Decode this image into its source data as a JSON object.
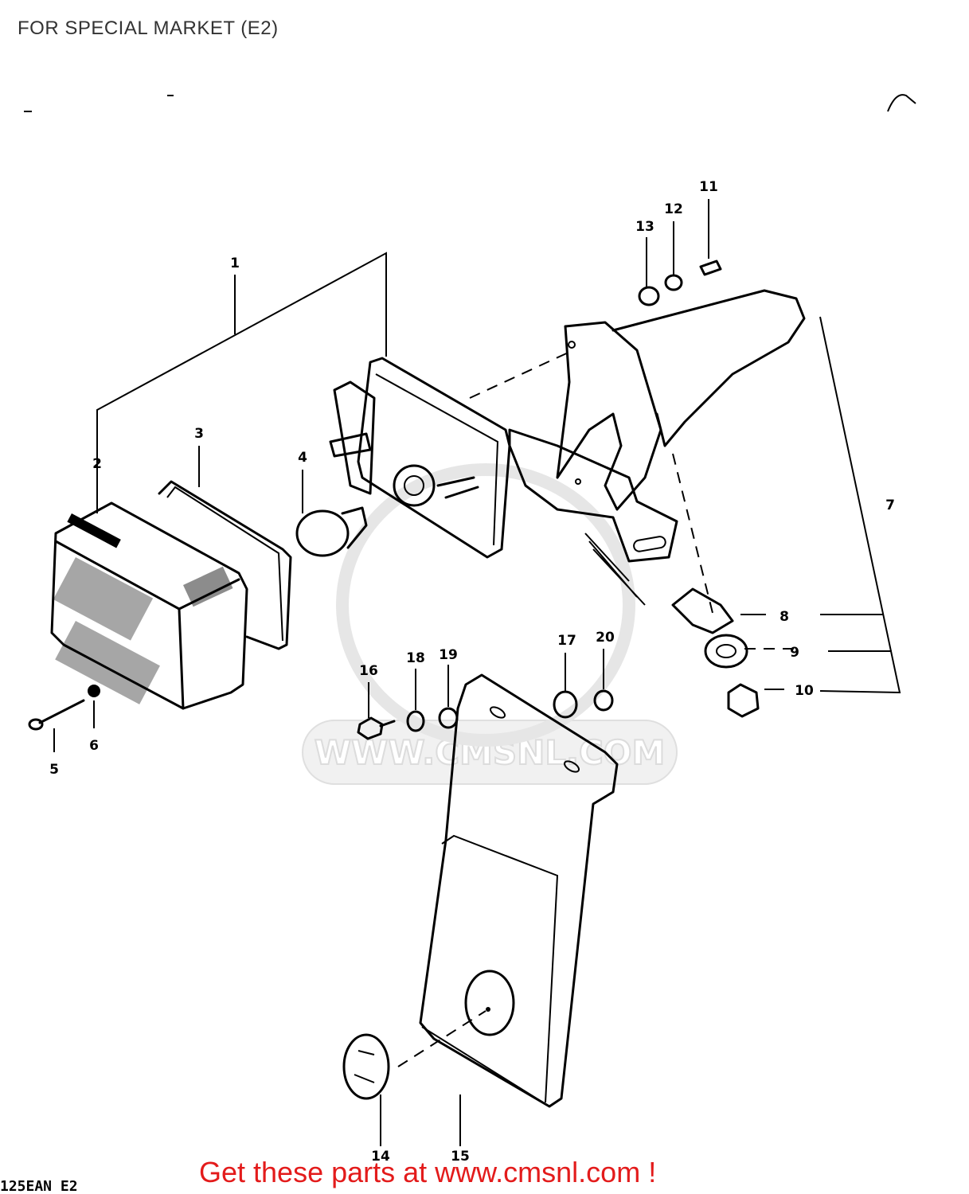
{
  "page": {
    "title": "FOR SPECIAL MARKET (E2)",
    "banner": "Get these parts at www.cmsnl.com !",
    "model_code": "125EAN E2",
    "watermark": "WWW.CMSNL.COM",
    "banner_color": "#e31b1b"
  },
  "diagram": {
    "callouts": [
      "1",
      "2",
      "3",
      "4",
      "5",
      "6",
      "7",
      "8",
      "9",
      "10",
      "11",
      "12",
      "13",
      "14",
      "15",
      "16",
      "17",
      "18",
      "19",
      "20"
    ]
  }
}
